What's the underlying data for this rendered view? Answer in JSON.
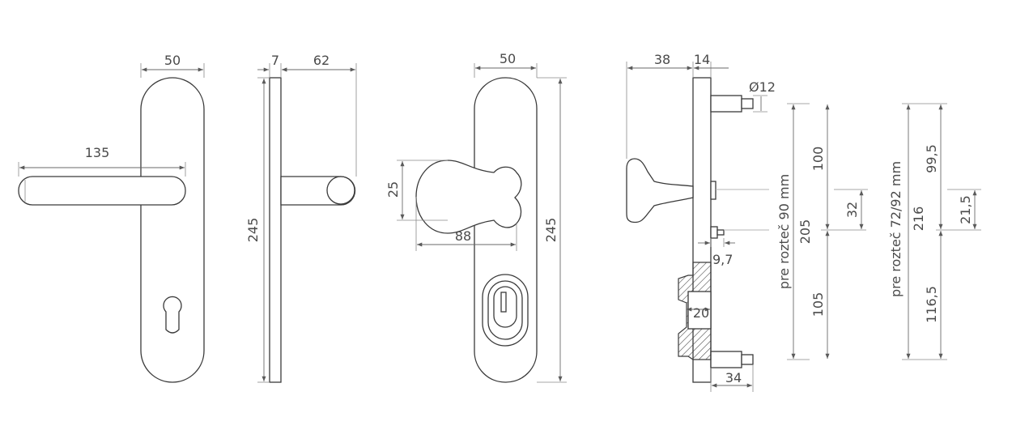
{
  "views": {
    "lever_front": {
      "width": "50",
      "lever_length": "135"
    },
    "lever_side": {
      "plate_thickness": "7",
      "lever_projection": "62",
      "plate_height": "245"
    },
    "knob_front": {
      "width": "50",
      "knob_height": "25",
      "knob_width": "88",
      "plate_height": "245"
    },
    "section": {
      "inner_offset": "38",
      "plate_depth": "14",
      "bolt_diameter": "Ø12",
      "step": "9,7",
      "pocket": "20",
      "bolt_length": "34"
    }
  },
  "spacing_90": {
    "label": "pre rozteč 90 mm",
    "total": "205",
    "upper": "100",
    "lower": "105",
    "offset": "32"
  },
  "spacing_72_92": {
    "label": "pre rozteč 72/92 mm",
    "total": "216",
    "upper": "99,5",
    "lower": "116,5",
    "offset": "21,5"
  }
}
